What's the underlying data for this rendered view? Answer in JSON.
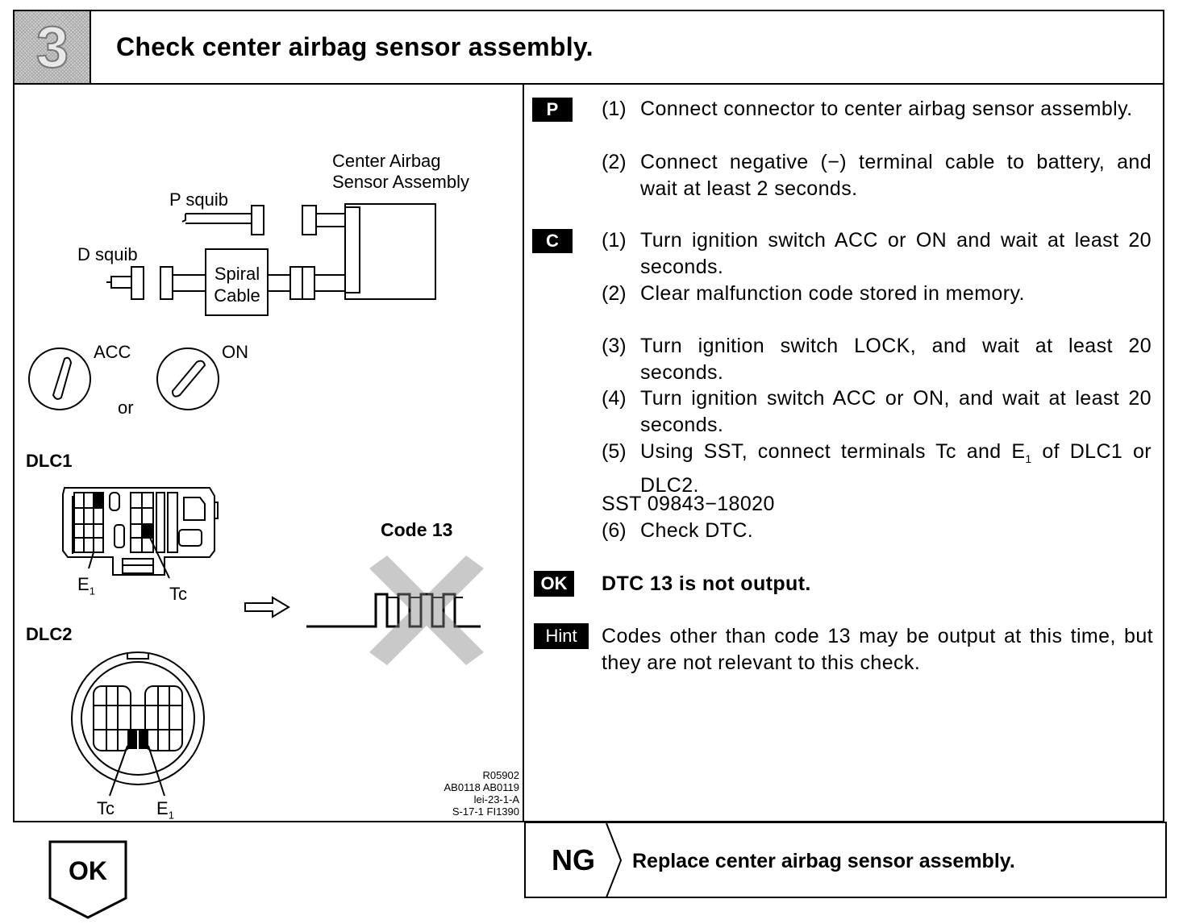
{
  "step": {
    "number": "3",
    "title": "Check center airbag sensor assembly."
  },
  "diagram": {
    "center_airbag_label_1": "Center Airbag",
    "center_airbag_label_2": "Sensor Assembly",
    "p_squib": "P squib",
    "d_squib": "D squib",
    "spiral_1": "Spiral",
    "spiral_2": "Cable",
    "acc": "ACC",
    "on": "ON",
    "or": "or",
    "dlc1": "DLC1",
    "dlc2": "DLC2",
    "e1": "E",
    "e1_sub": "1",
    "tc": "Tc",
    "code": "Code 13",
    "refs": [
      "R05902",
      "AB0118 AB0119",
      "lei-23-1-A",
      "S-17-1 FI1390"
    ]
  },
  "instructions": {
    "p_tag": "P",
    "p_steps": [
      {
        "n": "(1)",
        "text": "Connect connector to center airbag sensor assembly."
      },
      {
        "n": "(2)",
        "text": "Connect negative (−) terminal cable to battery, and wait at least 2 seconds."
      }
    ],
    "c_tag": "C",
    "c_steps": [
      {
        "n": "(1)",
        "text": "Turn ignition switch ACC or ON and wait at least 20 seconds."
      },
      {
        "n": "(2)",
        "text": "Clear malfunction code stored in memory."
      },
      {
        "n": "(3)",
        "text": "Turn ignition switch LOCK, and wait at least 20 seconds."
      },
      {
        "n": "(4)",
        "text": "Turn ignition switch ACC or ON, and wait at least 20 seconds."
      },
      {
        "n": "(5)",
        "text_a": "Using SST, connect terminals Tc and E",
        "text_sub": "1",
        "text_b": " of DLC1 or DLC2."
      }
    ],
    "sst": "SST 09843−18020",
    "c6": {
      "n": "(6)",
      "text": "Check DTC."
    },
    "ok_tag": "OK",
    "ok_text": "DTC 13 is not output.",
    "hint_tag": "Hint",
    "hint_text": "Codes other than code 13 may be output at this time, but they are not relevant to this check."
  },
  "footer": {
    "ok": "OK",
    "ng": "NG",
    "ng_text": "Replace center airbag sensor assembly."
  }
}
